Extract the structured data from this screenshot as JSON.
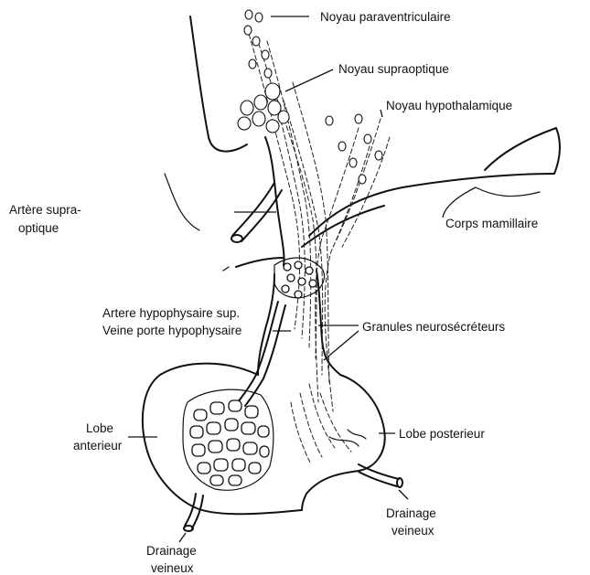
{
  "labels": {
    "noyau_paraventriculaire": "Noyau paraventriculaire",
    "noyau_supraoptique": "Noyau supraoptique",
    "noyau_hypothalamique": "Noyau hypothalamique",
    "artere_supraoptique_1": "Artère supra-",
    "artere_supraoptique_2": "optique",
    "corps_mamillaire": "Corps mamillaire",
    "artere_hypophysaire": "Artere hypophysaire sup.",
    "veine_porte": "Veine porte hypophysaire",
    "granules": "Granules neurosécréteurs",
    "lobe_anterieur_1": "Lobe",
    "lobe_anterieur_2": "anterieur",
    "lobe_posterieur": "Lobe posterieur",
    "drainage_right_1": "Drainage",
    "drainage_right_2": "veineux",
    "drainage_left_1": "Drainage",
    "drainage_left_2": "veineux"
  }
}
